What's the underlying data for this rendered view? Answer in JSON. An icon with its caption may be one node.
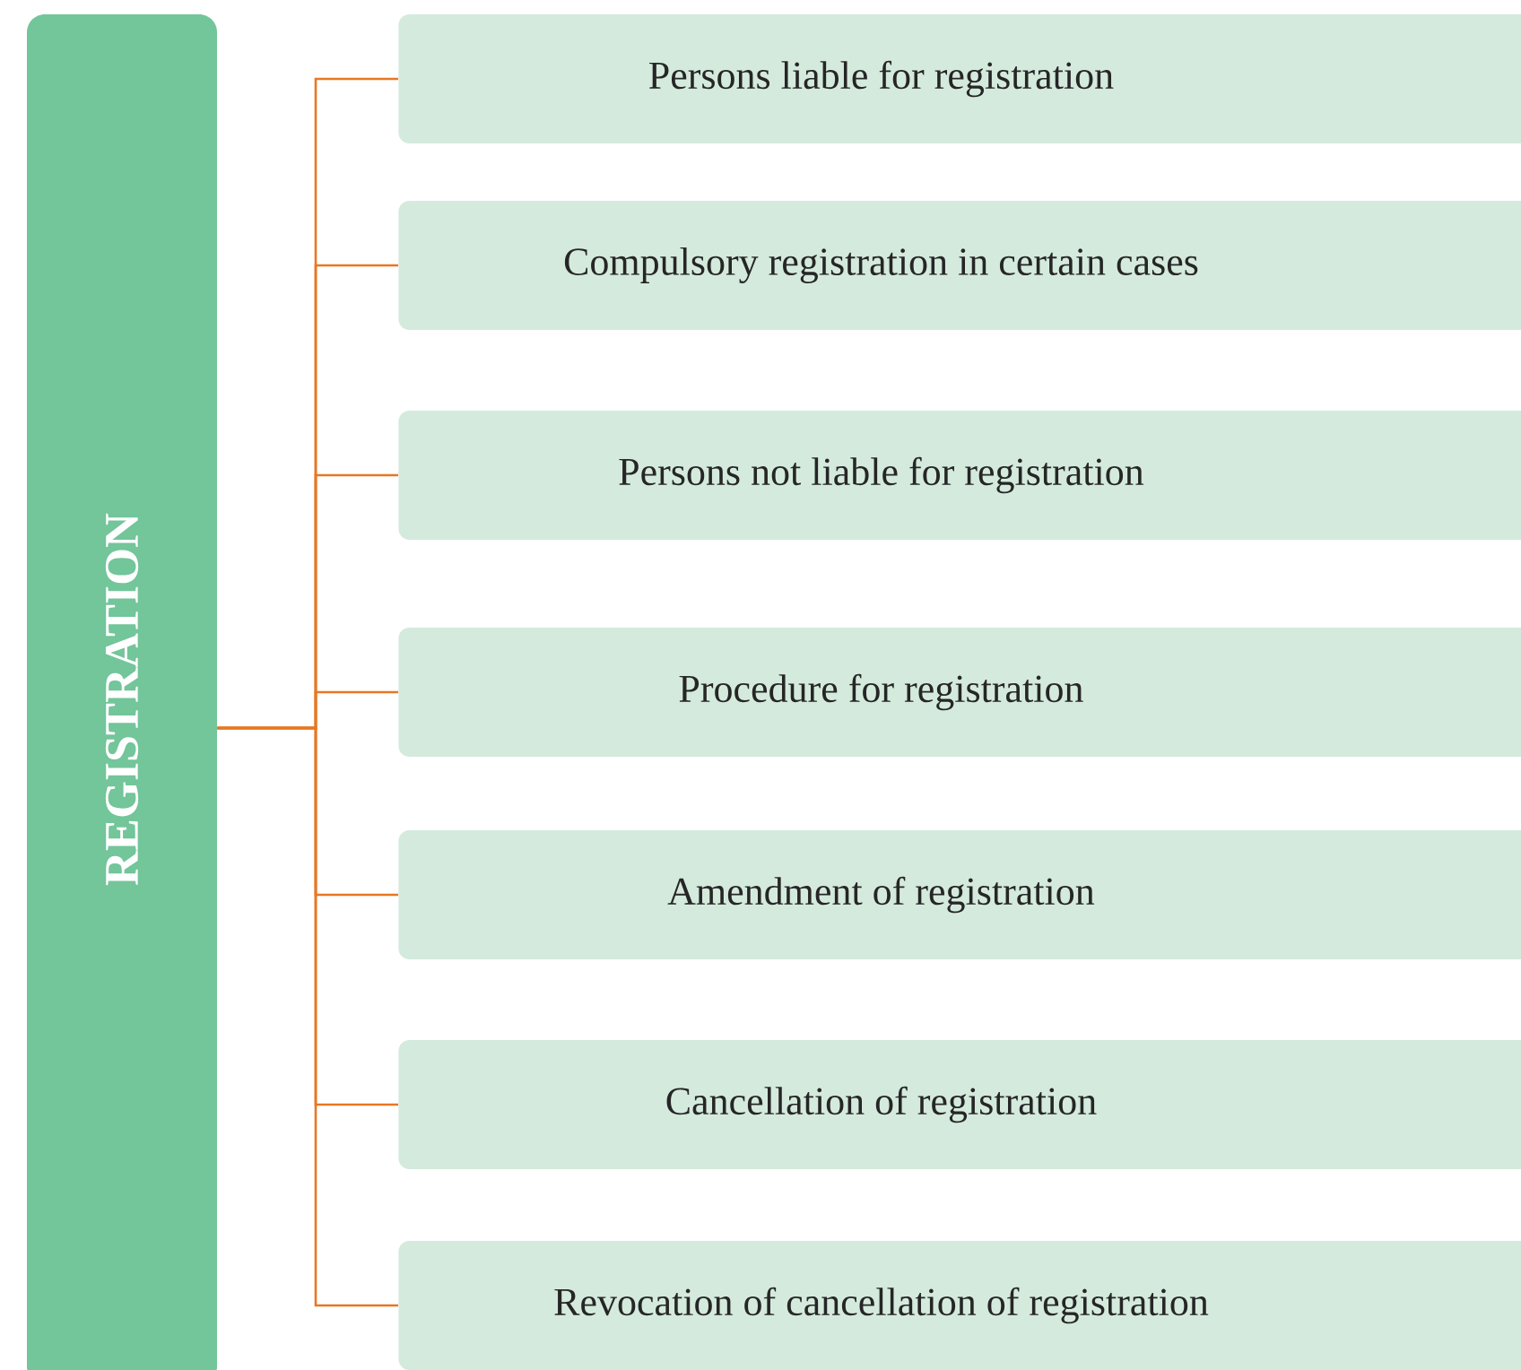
{
  "diagram": {
    "nodes": [
      {
        "text": [
          "REGISTRATION"
        ]
      },
      {
        "text": [
          "Persons liable for registration"
        ]
      },
      {
        "text": [
          "Compulsory registration in certain cases"
        ]
      },
      {
        "text": [
          "Persons not liable for registration"
        ]
      },
      {
        "text": [
          "Procedure for registration"
        ]
      },
      {
        "text": [
          "Amendment of registration"
        ]
      },
      {
        "text": [
          "Cancellation of registration"
        ]
      },
      {
        "text": [
          "Revocation of cancellation of registration"
        ]
      }
    ],
    "edges": [
      {
        "from": 0,
        "to": 1,
        "arrow": "none"
      },
      {
        "from": 0,
        "to": 2,
        "arrow": "none"
      },
      {
        "from": 0,
        "to": 3,
        "arrow": "none"
      },
      {
        "from": 0,
        "to": 4,
        "arrow": "none"
      },
      {
        "from": 0,
        "to": 5,
        "arrow": "none"
      },
      {
        "from": 0,
        "to": 6,
        "arrow": "none"
      },
      {
        "from": 0,
        "to": 7,
        "arrow": "none"
      }
    ]
  }
}
